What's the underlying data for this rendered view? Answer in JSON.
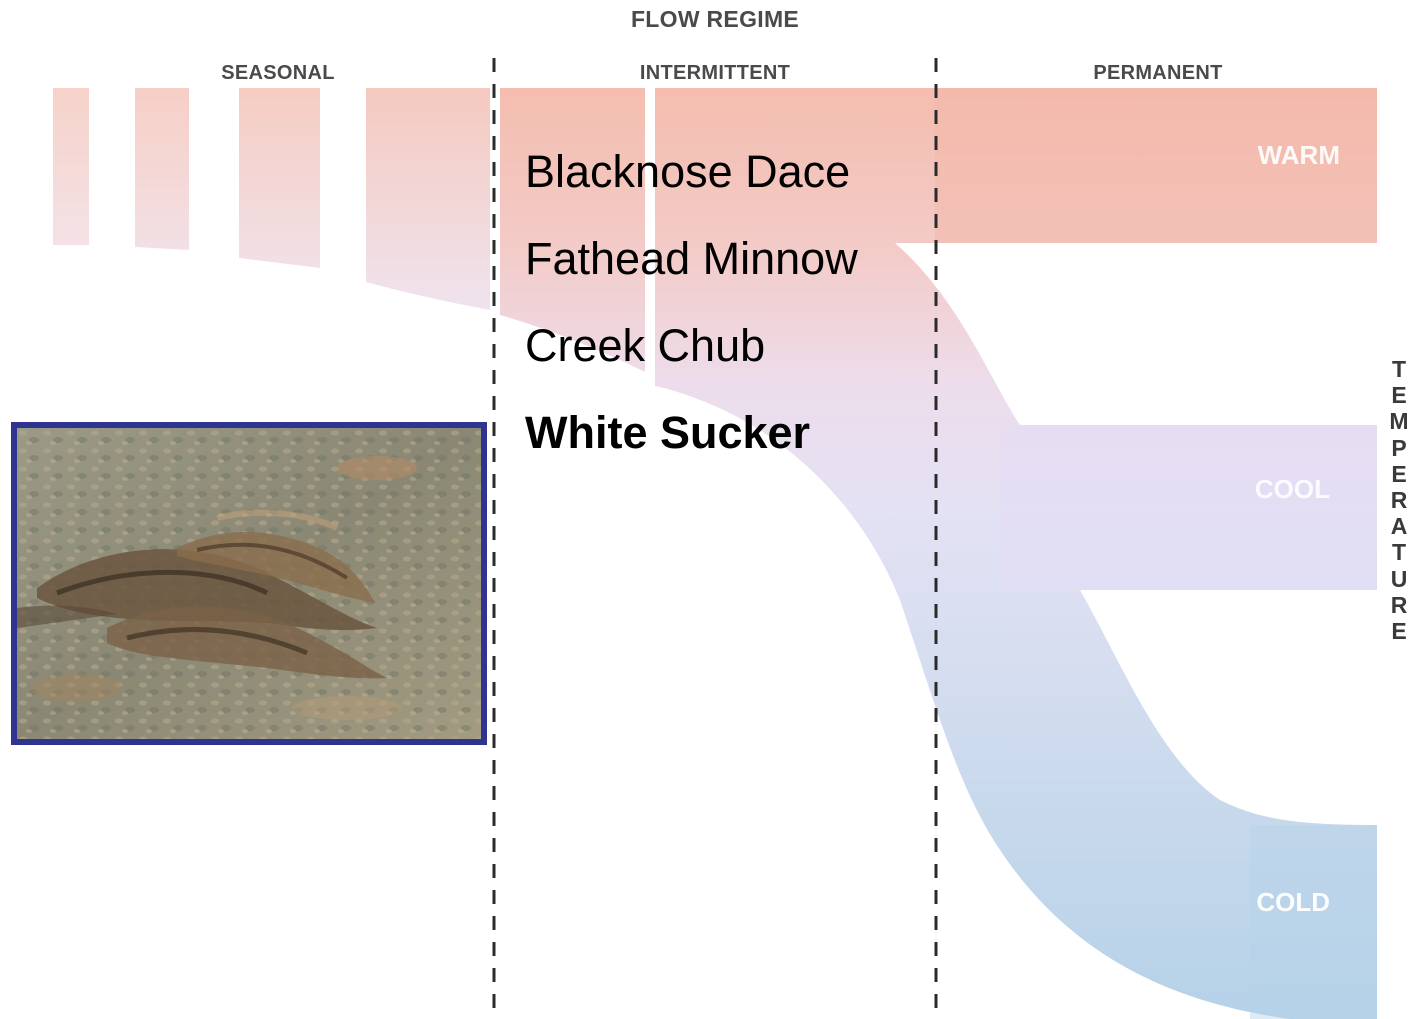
{
  "flow_title": "FLOW REGIME",
  "columns": {
    "seasonal": "SEASONAL",
    "intermittent": "INTERMITTENT",
    "permanent": "PERMANENT"
  },
  "bands": {
    "warm": "WARM",
    "cool": "COOL",
    "cold": "COLD"
  },
  "axis_label": "TEMPERATURE",
  "species": [
    {
      "name": "Blacknose Dace",
      "emphasized": false
    },
    {
      "name": "Fathead Minnow",
      "emphasized": false
    },
    {
      "name": "Creek Chub",
      "emphasized": false
    },
    {
      "name": "White Sucker",
      "emphasized": true
    }
  ],
  "colors": {
    "warm": "#f3b7a8",
    "cool": "#e2dcf4",
    "cold": "#b3d2e8",
    "photo_border": "#2f3490"
  },
  "photo_icon": "fish-photo"
}
